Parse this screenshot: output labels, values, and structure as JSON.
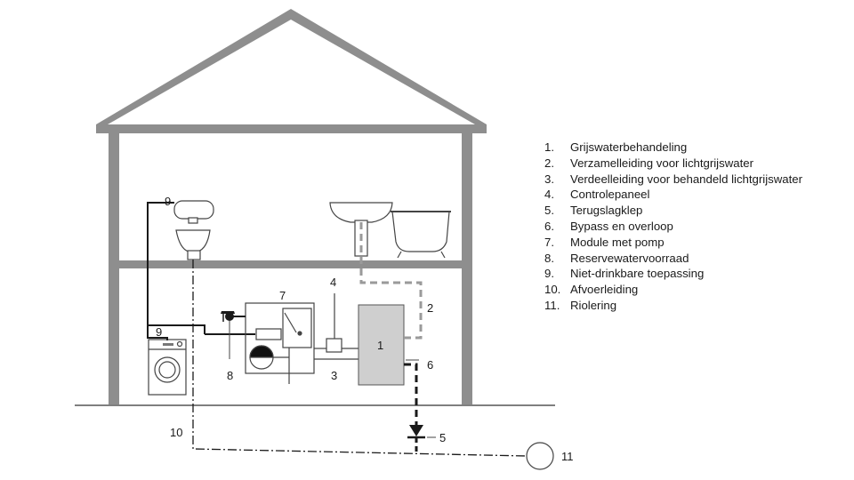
{
  "diagram": {
    "callouts": {
      "c1": "1",
      "c2": "2",
      "c3": "3",
      "c4": "4",
      "c5": "5",
      "c6": "6",
      "c7": "7",
      "c8": "8",
      "c9a": "9",
      "c9b": "9",
      "c10": "10",
      "c11": "11"
    }
  },
  "legend": {
    "items": [
      {
        "num": "1.",
        "text": "Grijswaterbehandeling"
      },
      {
        "num": "2.",
        "text": "Verzamelleiding voor lichtgrijswater"
      },
      {
        "num": "3.",
        "text": "Verdeelleiding voor behandeld lichtgrijswater"
      },
      {
        "num": "4.",
        "text": "Controlepaneel"
      },
      {
        "num": "5.",
        "text": "Terugslagklep"
      },
      {
        "num": "6.",
        "text": "Bypass en overloop"
      },
      {
        "num": "7.",
        "text": "Module met pomp"
      },
      {
        "num": "8.",
        "text": "Reservewatervoorraad"
      },
      {
        "num": "9.",
        "text": "Niet-drinkbare toepassing"
      },
      {
        "num": "10.",
        "text": "Afvoerleiding"
      },
      {
        "num": "11.",
        "text": "Riolering"
      }
    ]
  }
}
